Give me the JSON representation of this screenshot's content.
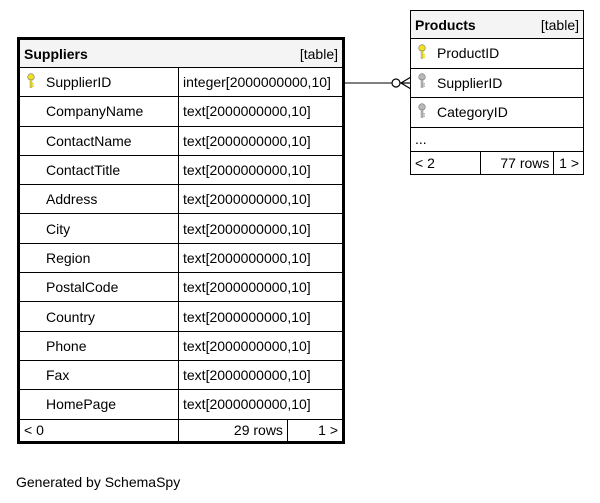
{
  "suppliers": {
    "name": "Suppliers",
    "tag": "[table]",
    "columns": [
      {
        "name": "SupplierID",
        "type": "integer[2000000000,10]",
        "key": "primary"
      },
      {
        "name": "CompanyName",
        "type": "text[2000000000,10]",
        "key": ""
      },
      {
        "name": "ContactName",
        "type": "text[2000000000,10]",
        "key": ""
      },
      {
        "name": "ContactTitle",
        "type": "text[2000000000,10]",
        "key": ""
      },
      {
        "name": "Address",
        "type": "text[2000000000,10]",
        "key": ""
      },
      {
        "name": "City",
        "type": "text[2000000000,10]",
        "key": ""
      },
      {
        "name": "Region",
        "type": "text[2000000000,10]",
        "key": ""
      },
      {
        "name": "PostalCode",
        "type": "text[2000000000,10]",
        "key": ""
      },
      {
        "name": "Country",
        "type": "text[2000000000,10]",
        "key": ""
      },
      {
        "name": "Phone",
        "type": "text[2000000000,10]",
        "key": ""
      },
      {
        "name": "Fax",
        "type": "text[2000000000,10]",
        "key": ""
      },
      {
        "name": "HomePage",
        "type": "text[2000000000,10]",
        "key": ""
      }
    ],
    "footer": {
      "parents": "< 0",
      "rows": "29 rows",
      "children": "1 >"
    }
  },
  "products": {
    "name": "Products",
    "tag": "[table]",
    "columns": [
      {
        "name": "ProductID",
        "key": "primary"
      },
      {
        "name": "SupplierID",
        "key": "foreign"
      },
      {
        "name": "CategoryID",
        "key": "foreign"
      }
    ],
    "more": "...",
    "footer": {
      "parents": "< 2",
      "rows": "77 rows",
      "children": "1 >"
    }
  },
  "colors": {
    "primary_key": "#f0e020",
    "foreign_key": "#b8b8b8",
    "header_bg": "#f4f4f4"
  },
  "generated_by": "Generated by SchemaSpy"
}
